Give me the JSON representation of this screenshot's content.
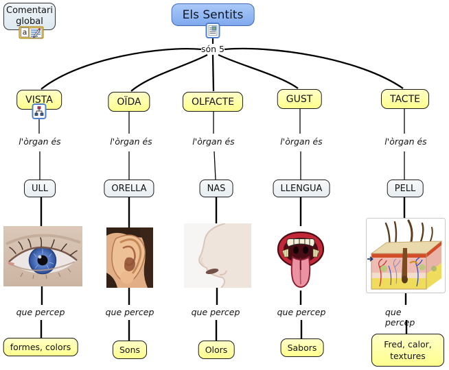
{
  "comment": {
    "label": "Comentari global",
    "icon": "annotation-note-icon",
    "icon_letter": "a"
  },
  "root": {
    "label": "Els Sentits",
    "icon": "attached-document-icon",
    "link_label": "són 5"
  },
  "senses": [
    {
      "name": "VISTA",
      "icon": "attached-cmap-icon",
      "organ_link": "l'òrgan és",
      "organ": "ULL",
      "image": "blue-eye-photo",
      "percep_link": "que percep",
      "percep": "formes, colors"
    },
    {
      "name": "OÏDA",
      "organ_link": "l'òrgan és",
      "organ": "ORELLA",
      "image": "ear-photo",
      "percep_link": "que percep",
      "percep": "Sons"
    },
    {
      "name": "OLFACTE",
      "organ_link": "l'òrgan és",
      "organ": "NAS",
      "image": "nose-profile-photo",
      "percep_link": "que percep",
      "percep": "Olors"
    },
    {
      "name": "GUST",
      "organ_link": "l'òrgan és",
      "organ": "LLENGUA",
      "image": "mouth-tongue-illustration",
      "percep_link": "que percep",
      "percep": "Sabors"
    },
    {
      "name": "TACTE",
      "organ_link": "l'òrgan és",
      "organ": "PELL",
      "image": "skin-cross-section-diagram",
      "percep_link": "que percep",
      "percep": "Fred, calor, textures"
    }
  ],
  "colors": {
    "concept_yellow": "#ffff9e",
    "root_blue": "#8fb4f2",
    "root_border": "#3e68b0",
    "organ_gray": "#edf2f5",
    "comment_blue_gray": "#e4edf3",
    "connector_black": "#000000",
    "icon_border_blue": "#4f7fd0"
  }
}
